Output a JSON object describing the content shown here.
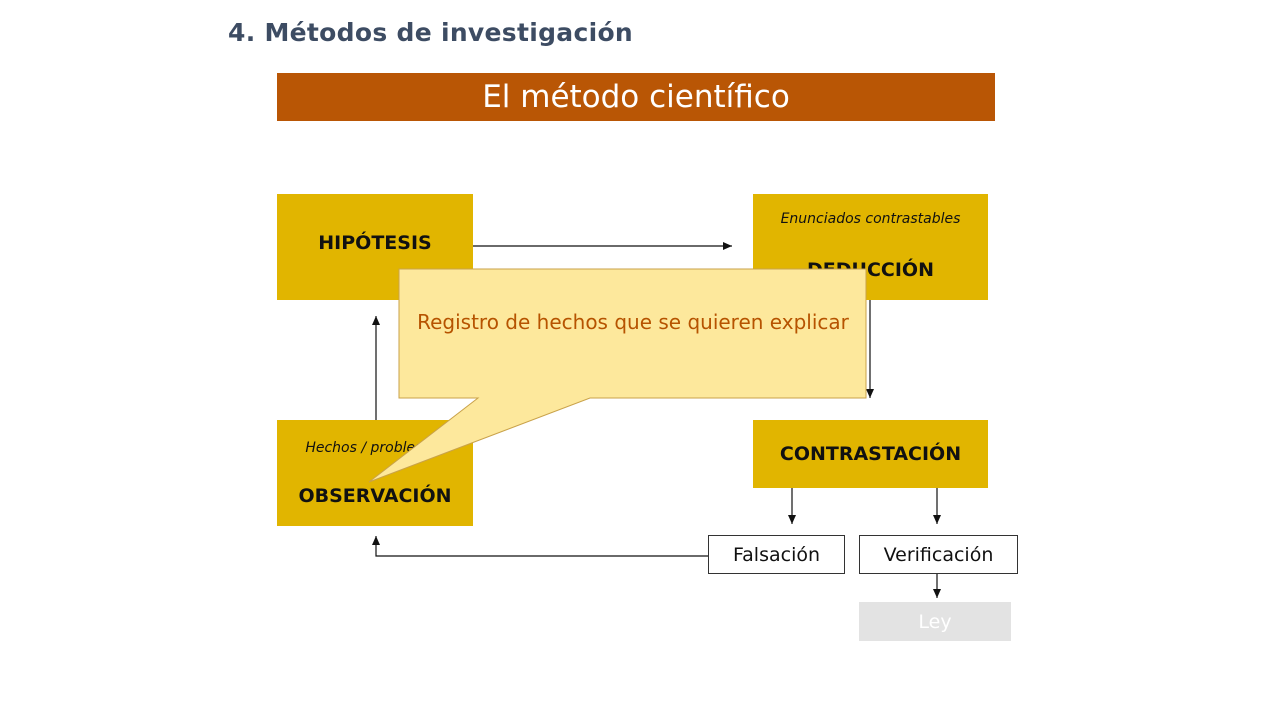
{
  "heading": "4. Métodos de investigación",
  "title": "El método científico",
  "boxes": {
    "hipotesis": {
      "label": "HIPÓTESIS"
    },
    "deduccion": {
      "label": "DEDUCCIÓN",
      "sublabel": "Enunciados contrastables"
    },
    "observacion": {
      "label": "OBSERVACIÓN",
      "sublabel": "Hechos / problemas"
    },
    "contrastacion": {
      "label": "CONTRASTACIÓN"
    },
    "falsacion": {
      "label": "Falsación"
    },
    "verificacion": {
      "label": "Verificación"
    },
    "ley": {
      "label": "Ley"
    }
  },
  "callout": {
    "text": "Registro de hechos que se quieren explicar"
  },
  "colors": {
    "title_bar": "#b95605",
    "box_fill": "#e1b500",
    "callout_fill": "#fde89c",
    "callout_text": "#b65300",
    "heading": "#3d4c63",
    "ley_fill": "#e3e3e3"
  }
}
